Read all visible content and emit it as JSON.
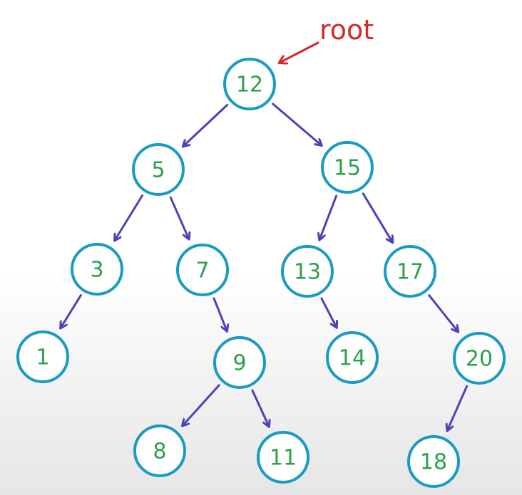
{
  "diagram": {
    "root_annotation": "root",
    "colors": {
      "node_border": "#1a9bc2",
      "node_text": "#2aa14a",
      "edge": "#4b43b6",
      "root_annotation": "#d22a2a"
    },
    "nodes": [
      {
        "id": "n12",
        "label": "12"
      },
      {
        "id": "n5",
        "label": "5"
      },
      {
        "id": "n15",
        "label": "15"
      },
      {
        "id": "n3",
        "label": "3"
      },
      {
        "id": "n7",
        "label": "7"
      },
      {
        "id": "n13",
        "label": "13"
      },
      {
        "id": "n17",
        "label": "17"
      },
      {
        "id": "n1",
        "label": "1"
      },
      {
        "id": "n9",
        "label": "9"
      },
      {
        "id": "n14",
        "label": "14"
      },
      {
        "id": "n20",
        "label": "20"
      },
      {
        "id": "n8",
        "label": "8"
      },
      {
        "id": "n11",
        "label": "11"
      },
      {
        "id": "n18",
        "label": "18"
      }
    ],
    "edges": [
      {
        "from": "n12",
        "to": "n5"
      },
      {
        "from": "n12",
        "to": "n15"
      },
      {
        "from": "n5",
        "to": "n3"
      },
      {
        "from": "n5",
        "to": "n7"
      },
      {
        "from": "n15",
        "to": "n13"
      },
      {
        "from": "n15",
        "to": "n17"
      },
      {
        "from": "n3",
        "to": "n1"
      },
      {
        "from": "n7",
        "to": "n9"
      },
      {
        "from": "n13",
        "to": "n14"
      },
      {
        "from": "n17",
        "to": "n20"
      },
      {
        "from": "n9",
        "to": "n8"
      },
      {
        "from": "n9",
        "to": "n11"
      },
      {
        "from": "n20",
        "to": "n18"
      }
    ]
  }
}
